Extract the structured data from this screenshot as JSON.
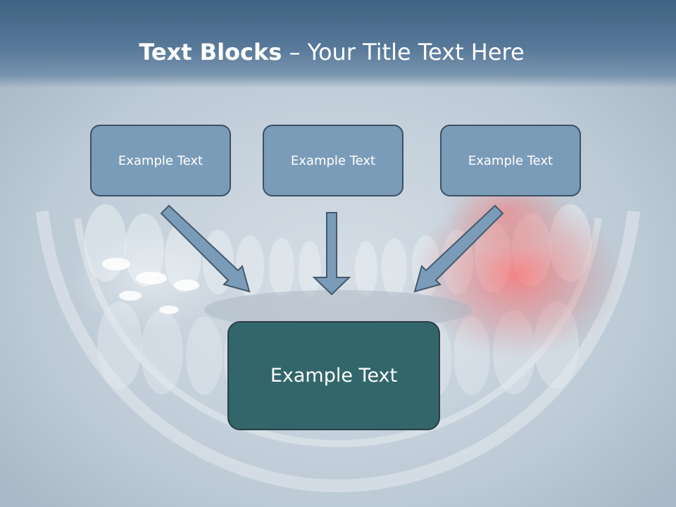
{
  "title": {
    "bold": "Text Blocks",
    "dash": " – ",
    "rest": "Your Title Text Here"
  },
  "blocks": [
    {
      "label": "Example Text"
    },
    {
      "label": "Example Text"
    },
    {
      "label": "Example Text"
    }
  ],
  "result": {
    "label": "Example Text"
  },
  "colors": {
    "title_bar": "#4a6d8d",
    "block_fill": "#7b9cb8",
    "block_border": "#3d5063",
    "result_fill": "#33666a",
    "arrow_fill": "#7b9cb8"
  }
}
